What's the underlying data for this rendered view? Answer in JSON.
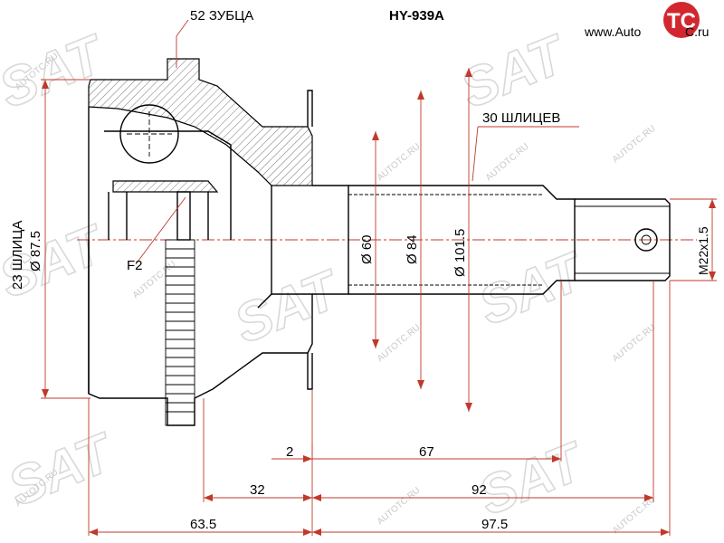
{
  "header": {
    "part_number": "HY-939A",
    "brand_prefix": "www.Auto",
    "brand_suffix": "C.ru",
    "brand_logo": "TC"
  },
  "watermark": {
    "brand": "SAT",
    "site": "AUTOTC.RU"
  },
  "labels": {
    "teeth": "52 ЗУБЦА",
    "splines_outer": "30 ШЛИЦЕВ",
    "splines_inner": "23 ШЛИЦА",
    "diameter_inner": "Ø 87.5",
    "f2": "F2",
    "d60": "Ø 60",
    "d84": "Ø 84",
    "d101": "Ø 101.5",
    "thread": "M22x1.5"
  },
  "dimensions": {
    "d2": "2",
    "d67": "67",
    "d32": "32",
    "d92": "92",
    "d63": "63.5",
    "d97": "97.5"
  },
  "colors": {
    "dimension_line": "#c0392b",
    "logo_red": "#d3272f",
    "watermark": "#d9d9d9"
  }
}
